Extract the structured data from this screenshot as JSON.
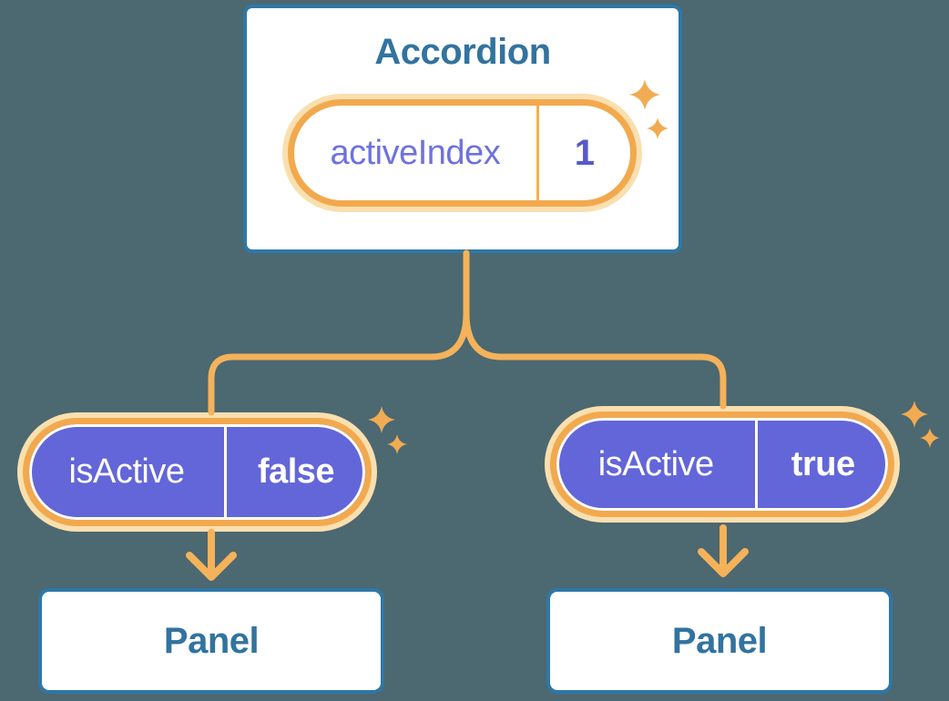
{
  "diagram": {
    "root": {
      "title": "Accordion",
      "state": {
        "label": "activeIndex",
        "value": "1"
      }
    },
    "children": [
      {
        "prop": {
          "label": "isActive",
          "value": "false"
        },
        "panel_title": "Panel"
      },
      {
        "prop": {
          "label": "isActive",
          "value": "true"
        },
        "panel_title": "Panel"
      }
    ],
    "colors": {
      "background": "#4C6870",
      "card_fill": "#FFFFFF",
      "card_border": "#2E77A8",
      "card_text": "#32739F",
      "pill_ring": "#F2A94E",
      "pill_halo": "#FADFAF",
      "pill_active_fill": "#6366D8",
      "state_label_text": "#6E72DC",
      "state_value_text": "#5659CD",
      "active_pill_text": "#FFFFFF",
      "connector": "#F4B25B",
      "sparkle": "#F1AB52"
    }
  }
}
